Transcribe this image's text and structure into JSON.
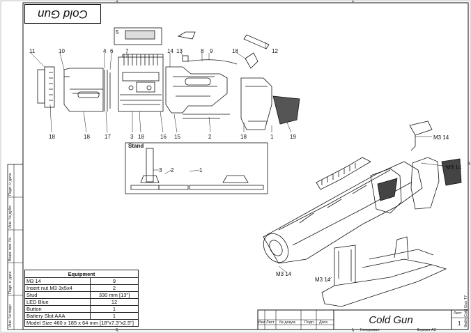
{
  "drawing": {
    "title_top": "Cold Gun",
    "title_block_name": "Cold Gun",
    "stand_label": "Stand",
    "top_zone_numbers": [
      "2",
      "1"
    ],
    "bottom_zone_numbers": [
      "2",
      "1"
    ],
    "side_zone_letter": "A",
    "top_callouts": [
      "11",
      "10",
      "4",
      "6",
      "7",
      "14",
      "13",
      "8",
      "9",
      "18",
      "12",
      "5"
    ],
    "bottom_callouts": [
      "18",
      "18",
      "17",
      "3",
      "18",
      "16",
      "15",
      "2",
      "18",
      "1",
      "19"
    ],
    "stand_callouts": [
      "3",
      "2",
      "1"
    ],
    "iso_callouts": [
      "M3 14",
      "M3 14",
      "M3 14"
    ]
  },
  "equipment": {
    "header": "Equipment",
    "rows": [
      {
        "item": "M3 14",
        "qty": "9"
      },
      {
        "item": "Insert nut M3 3x5x4",
        "qty": "2"
      },
      {
        "item": "Stud",
        "qty": "330 mm [13\"]"
      },
      {
        "item": "LED Blue",
        "qty": "12"
      },
      {
        "item": "Button",
        "qty": "1"
      },
      {
        "item": "Battery Slot AAA",
        "qty": "1"
      }
    ],
    "model_size": "Model Size 460 x 185 x 64 mm [18\"x7.3\"x2.5\"]"
  },
  "title_block": {
    "cells": [
      "Изм",
      "Лист",
      "№ докум.",
      "Подп.",
      "Дата"
    ],
    "sheet_label": "Лист",
    "sheet_number": "1",
    "copied": "Копировал",
    "format": "Формат A3",
    "file_label": "Файл Cold Gun T7",
    "side_cells": [
      "Подп. и дата",
      "Инв. № дубл.",
      "Взам. инв. №",
      "Подп. и дата",
      "Инв. № подл."
    ]
  }
}
